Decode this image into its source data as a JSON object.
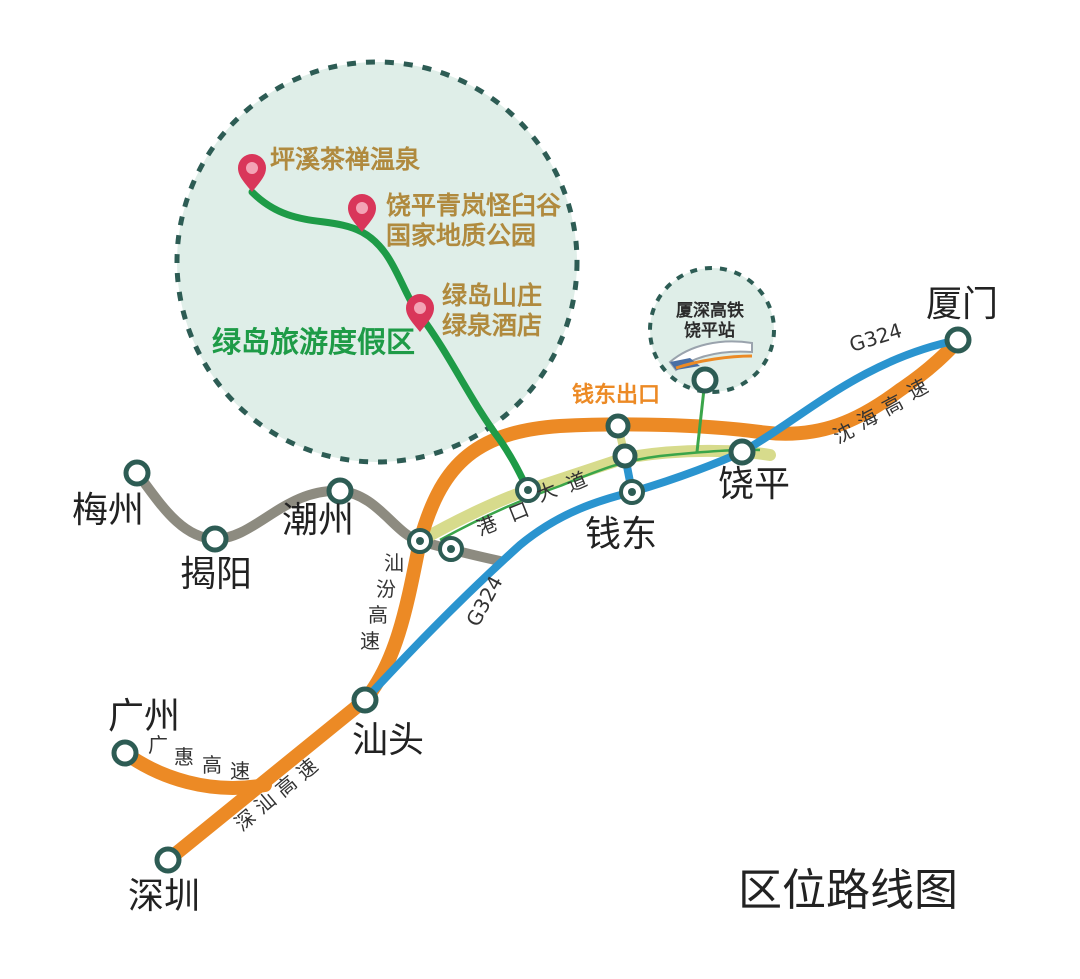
{
  "map": {
    "title": "区位路线图",
    "zone": {
      "label": "绿岛旅游度假区",
      "pois": [
        {
          "name": "坪溪茶禅温泉"
        },
        {
          "name": "饶平青岚怪臼谷",
          "name2": "国家地质公园"
        },
        {
          "name": "绿岛山庄",
          "name2": "绿泉酒店"
        }
      ]
    },
    "hsr_station": {
      "line1": "厦深高铁",
      "line2": "饶平站"
    },
    "exit_label": "钱东出口",
    "cities": {
      "meizhou": "梅州",
      "jieyang": "揭阳",
      "chaozhou": "潮州",
      "guangzhou": "广州",
      "shantou": "汕头",
      "shenzhen": "深圳",
      "qiandong": "钱东",
      "raoping": "饶平",
      "xiamen": "厦门"
    },
    "roads": {
      "g324_west": "G324",
      "g324_east": "G324",
      "shanfen": [
        "汕",
        "汾",
        "高",
        "速"
      ],
      "guanghui": [
        "广",
        "惠",
        "高",
        "速"
      ],
      "shenshan": [
        "深",
        "汕",
        "高",
        "速"
      ],
      "shenhai": [
        "沈",
        "海",
        "高",
        "速"
      ],
      "gangkou": [
        "港",
        "口",
        "大",
        "道"
      ]
    },
    "colors": {
      "expressway": "#ec8a25",
      "national_road": "#2a94cf",
      "railway": "#8d8b80",
      "harbor_avenue": "#d7db8c",
      "scenic_route": "#1e9b47",
      "zone_fill": "#dfeee8",
      "zone_border": "#2d5c54",
      "poi_pin": "#d9365a",
      "station_ring": "#2d5c54"
    }
  }
}
